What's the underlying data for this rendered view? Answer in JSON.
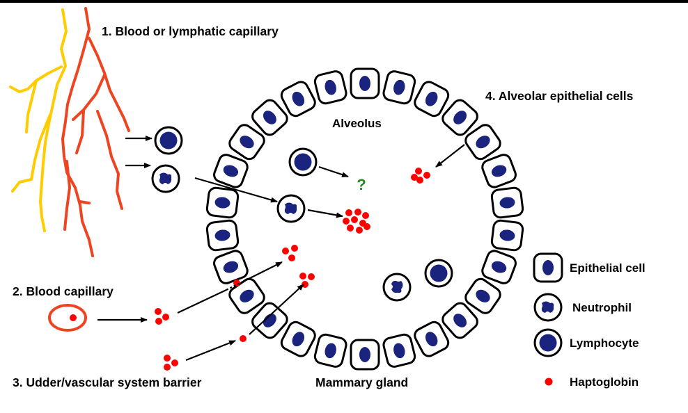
{
  "labels": {
    "blood_lymph_capillary": "1. Blood or lymphatic capillary",
    "blood_capillary": "2. Blood capillary",
    "udder_barrier": "3. Udder/vascular system barrier",
    "alveolar_epithelial_cells": "4. Alveolar epithelial cells",
    "alveolus": "Alveolus",
    "mammary_gland": "Mammary gland",
    "question_mark": "?"
  },
  "legend": [
    {
      "label": "Epithelial cell",
      "icon": "epithelial-cell-icon"
    },
    {
      "label": "Neutrophil",
      "icon": "neutrophil-icon"
    },
    {
      "label": "Lymphocyte",
      "icon": "lymphocyte-icon"
    },
    {
      "label": "Haptoglobin",
      "icon": "haptoglobin-icon"
    }
  ],
  "colors": {
    "nucleus": "#1a237e",
    "haptoglobin": "#ff0000",
    "lymphatic_vessel": "#ffcc00",
    "blood_vessel": "#ee4422",
    "question": "#228b22"
  }
}
